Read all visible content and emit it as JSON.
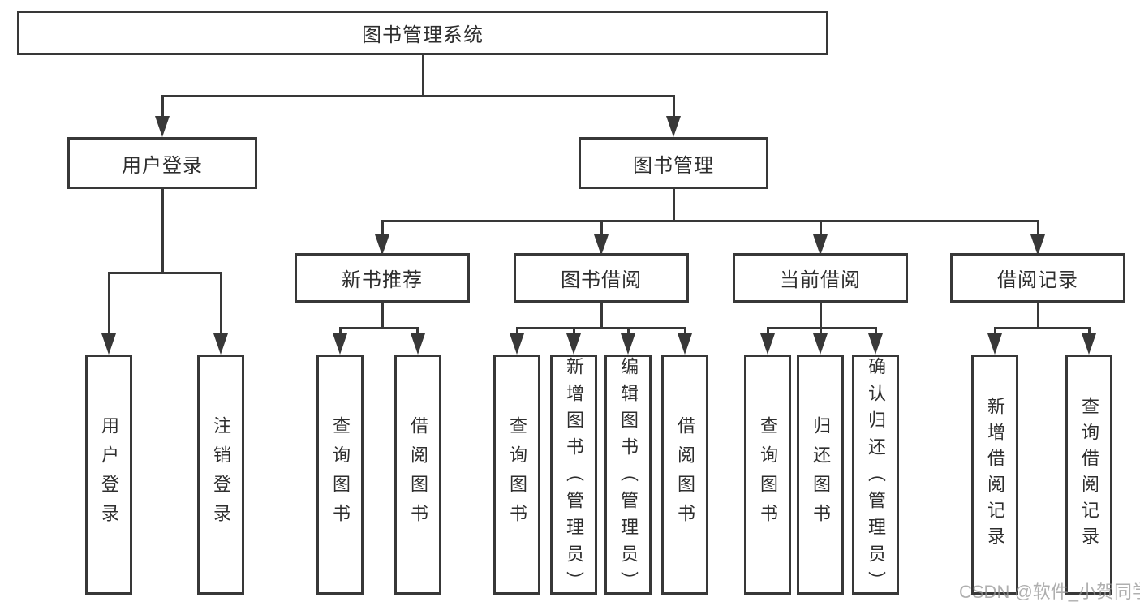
{
  "diagram_type": "functional-structure-tree",
  "colors": {
    "background": "#ffffff",
    "line": "#383838",
    "box_border": "#383838",
    "text": "#2e2e2e",
    "watermark": "#949494"
  },
  "tree": {
    "label": "图书管理系统",
    "children": [
      {
        "label": "用户登录",
        "children": [
          {
            "label": "用户登录"
          },
          {
            "label": "注销登录"
          }
        ]
      },
      {
        "label": "图书管理",
        "children": [
          {
            "label": "新书推荐",
            "children": [
              {
                "label": "查询图书"
              },
              {
                "label": "借阅图书"
              }
            ]
          },
          {
            "label": "图书借阅",
            "children": [
              {
                "label": "查询图书"
              },
              {
                "label": "新增图书（管理员）"
              },
              {
                "label": "编辑图书（管理员）"
              },
              {
                "label": "借阅图书"
              }
            ]
          },
          {
            "label": "当前借阅",
            "children": [
              {
                "label": "查询图书"
              },
              {
                "label": "归还图书"
              },
              {
                "label": "确认归还（管理员）"
              }
            ]
          },
          {
            "label": "借阅记录",
            "children": [
              {
                "label": "新增借阅记录"
              },
              {
                "label": "查询借阅记录"
              }
            ]
          }
        ]
      }
    ]
  },
  "watermark": {
    "text": "CSDN @软件_小贺同学"
  }
}
